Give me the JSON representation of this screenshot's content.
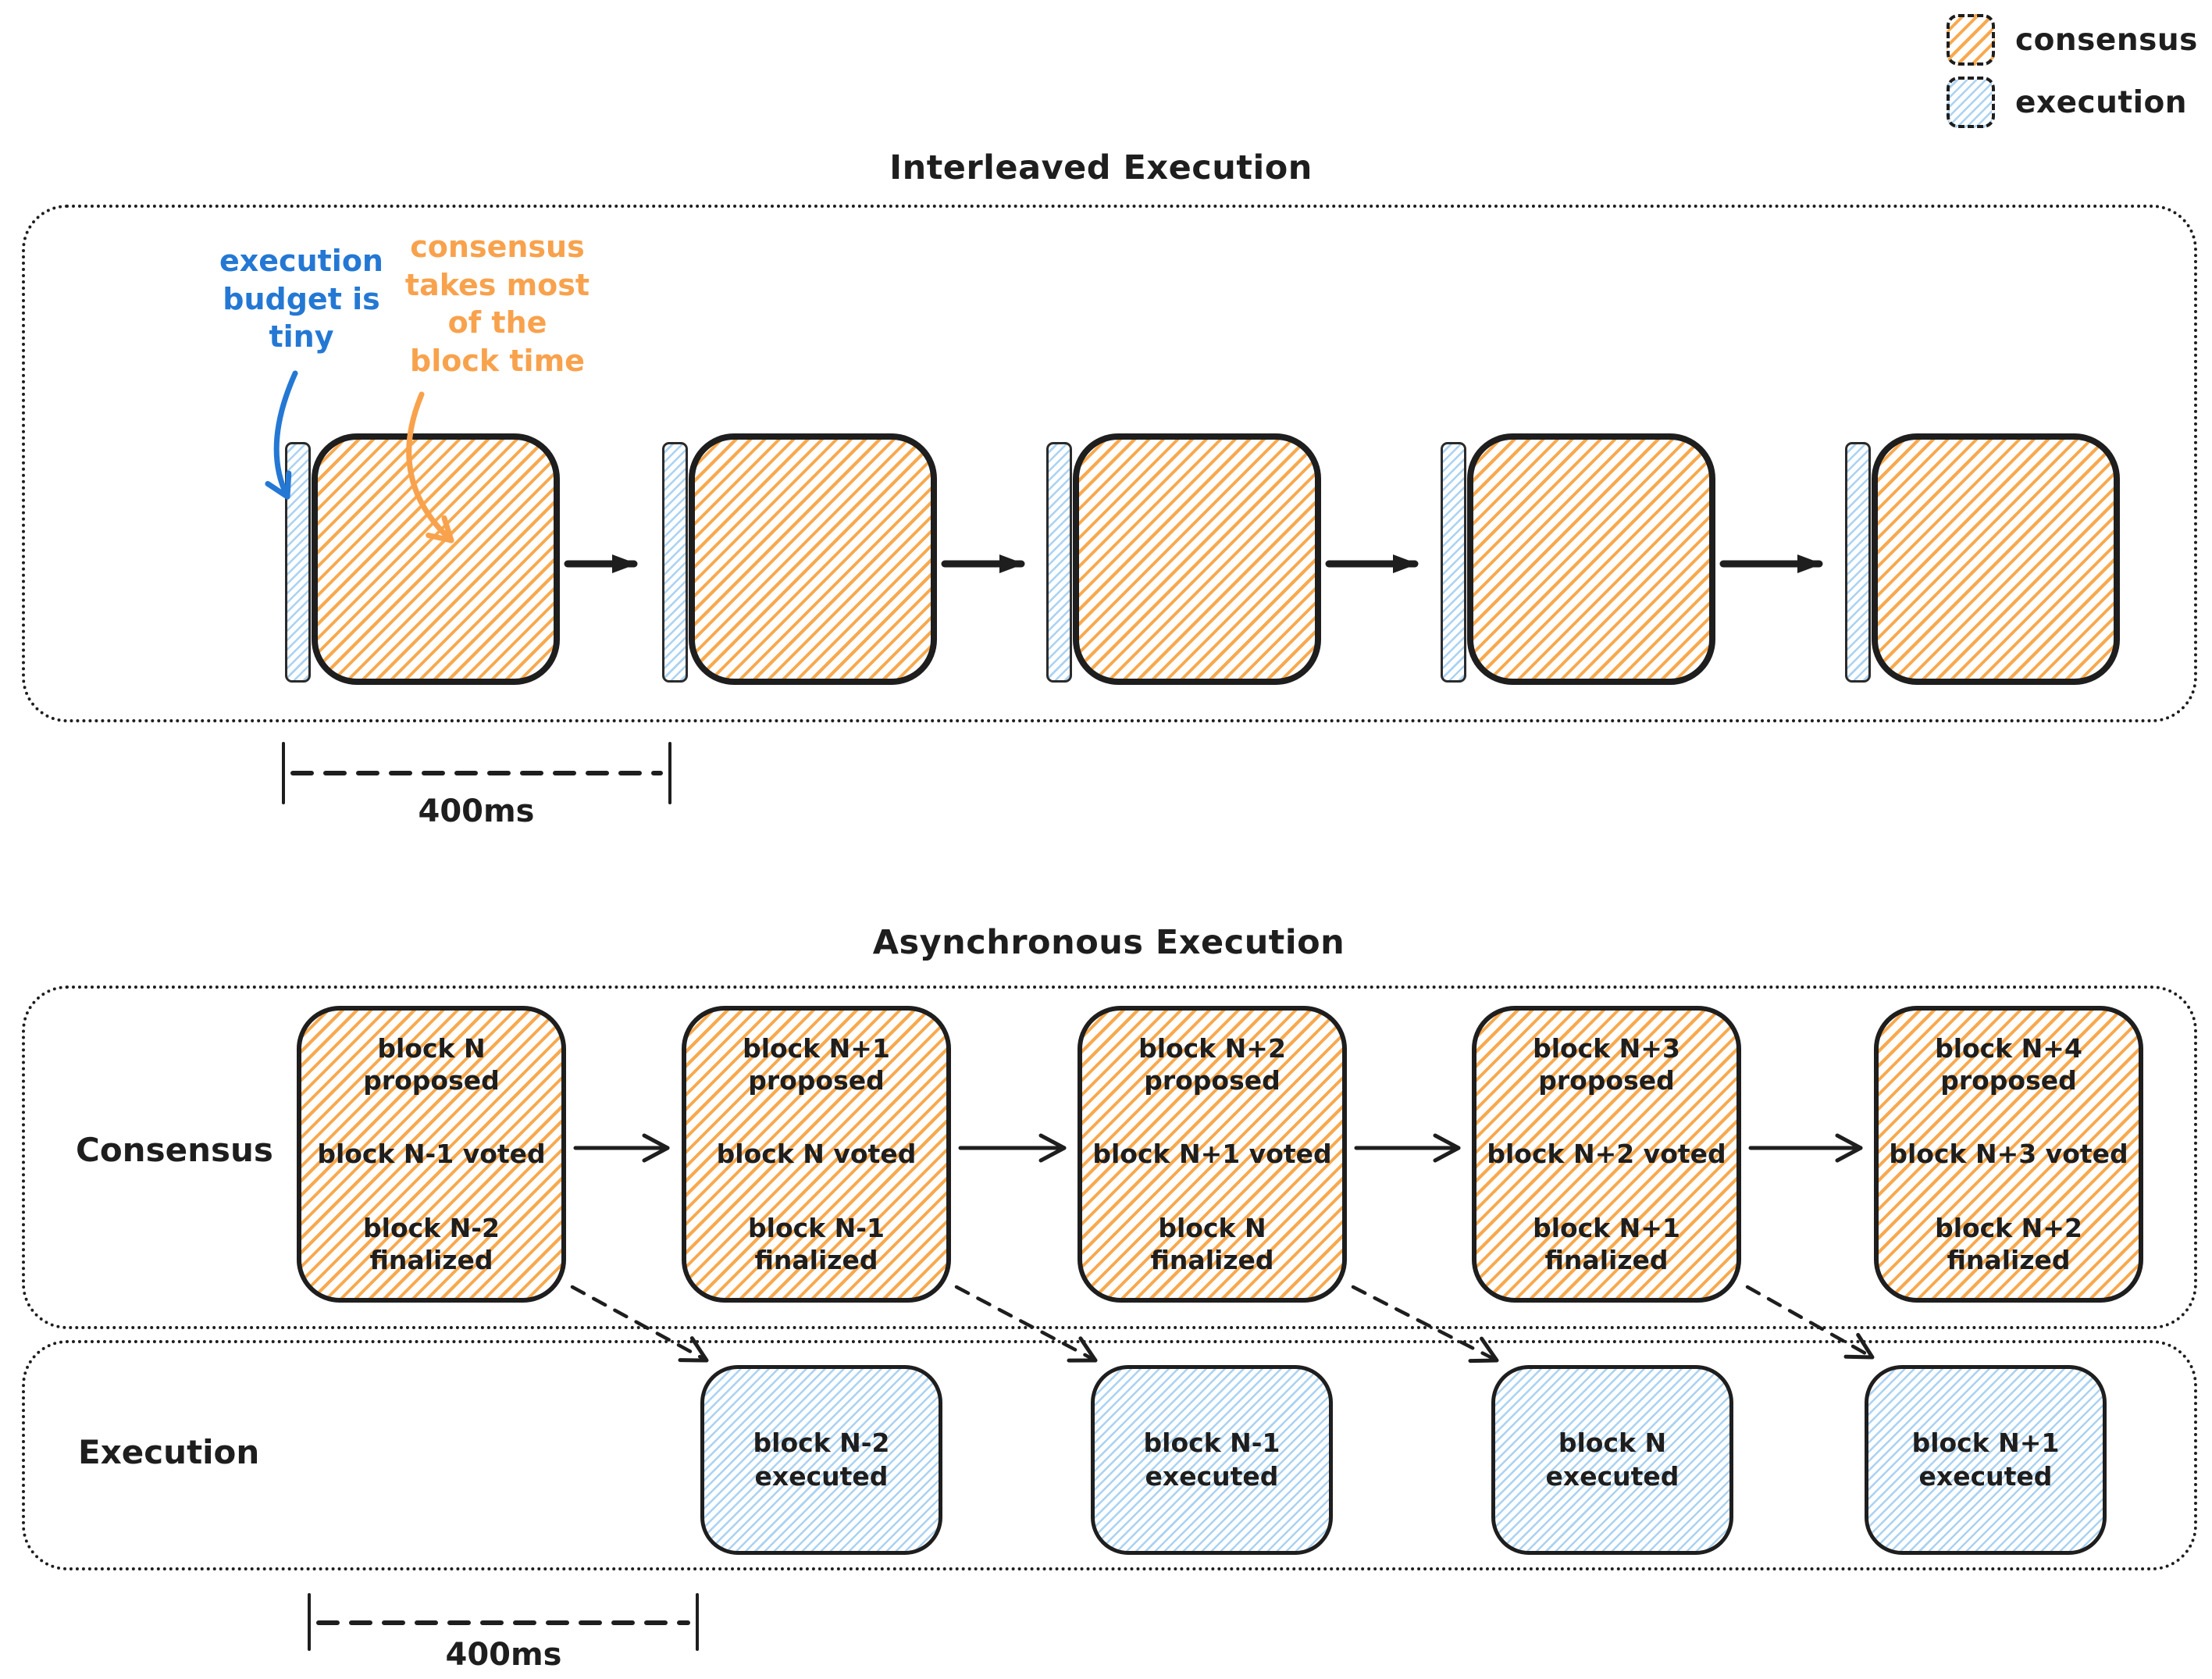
{
  "colors": {
    "ink": "#1e1e1e",
    "consensus_hatch": "#f8a94e",
    "execution_hatch": "#aad2f2",
    "annotation_blue": "#2478d4",
    "annotation_orange": "#f8a24d"
  },
  "legend": {
    "consensus_label": "consensus",
    "execution_label": "execution"
  },
  "interleaved": {
    "title": "Interleaved Execution",
    "annotation_execution": "execution\nbudget is\ntiny",
    "annotation_consensus": "consensus\ntakes most\nof the\nblock time",
    "measurement_label": "400ms"
  },
  "asynchronous": {
    "title": "Asynchronous Execution",
    "consensus_row_label": "Consensus",
    "execution_row_label": "Execution",
    "consensus_blocks": [
      {
        "proposed": "block N\nproposed",
        "voted": "block N-1 voted",
        "finalized": "block N-2\nfinalized"
      },
      {
        "proposed": "block N+1\nproposed",
        "voted": "block N voted",
        "finalized": "block N-1\nfinalized"
      },
      {
        "proposed": "block N+2\nproposed",
        "voted": "block N+1 voted",
        "finalized": "block N\nfinalized"
      },
      {
        "proposed": "block N+3\nproposed",
        "voted": "block N+2 voted",
        "finalized": "block N+1\nfinalized"
      },
      {
        "proposed": "block N+4\nproposed",
        "voted": "block N+3 voted",
        "finalized": "block N+2\nfinalized"
      }
    ],
    "execution_blocks": [
      "block N-2\nexecuted",
      "block N-1\nexecuted",
      "block N\nexecuted",
      "block N+1\nexecuted"
    ],
    "measurement_label": "400ms"
  }
}
